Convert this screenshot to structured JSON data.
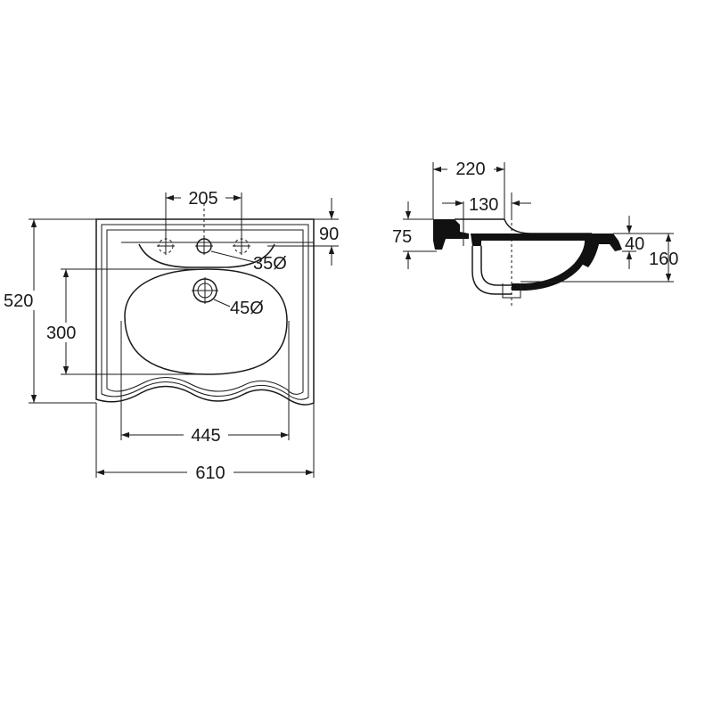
{
  "top_view": {
    "dim_width": "610",
    "dim_depth": "520",
    "dim_bowl_width": "445",
    "dim_bowl_depth": "300",
    "dim_tap_spacing": "205",
    "dim_tap_offset": "90",
    "dim_tap_hole": "35Ø",
    "dim_waste_hole": "45Ø"
  },
  "side_view": {
    "dim_top_depth": "220",
    "dim_waste_offset": "130",
    "dim_rim_height": "75",
    "dim_front_rim": "40",
    "dim_total_height": "160"
  }
}
